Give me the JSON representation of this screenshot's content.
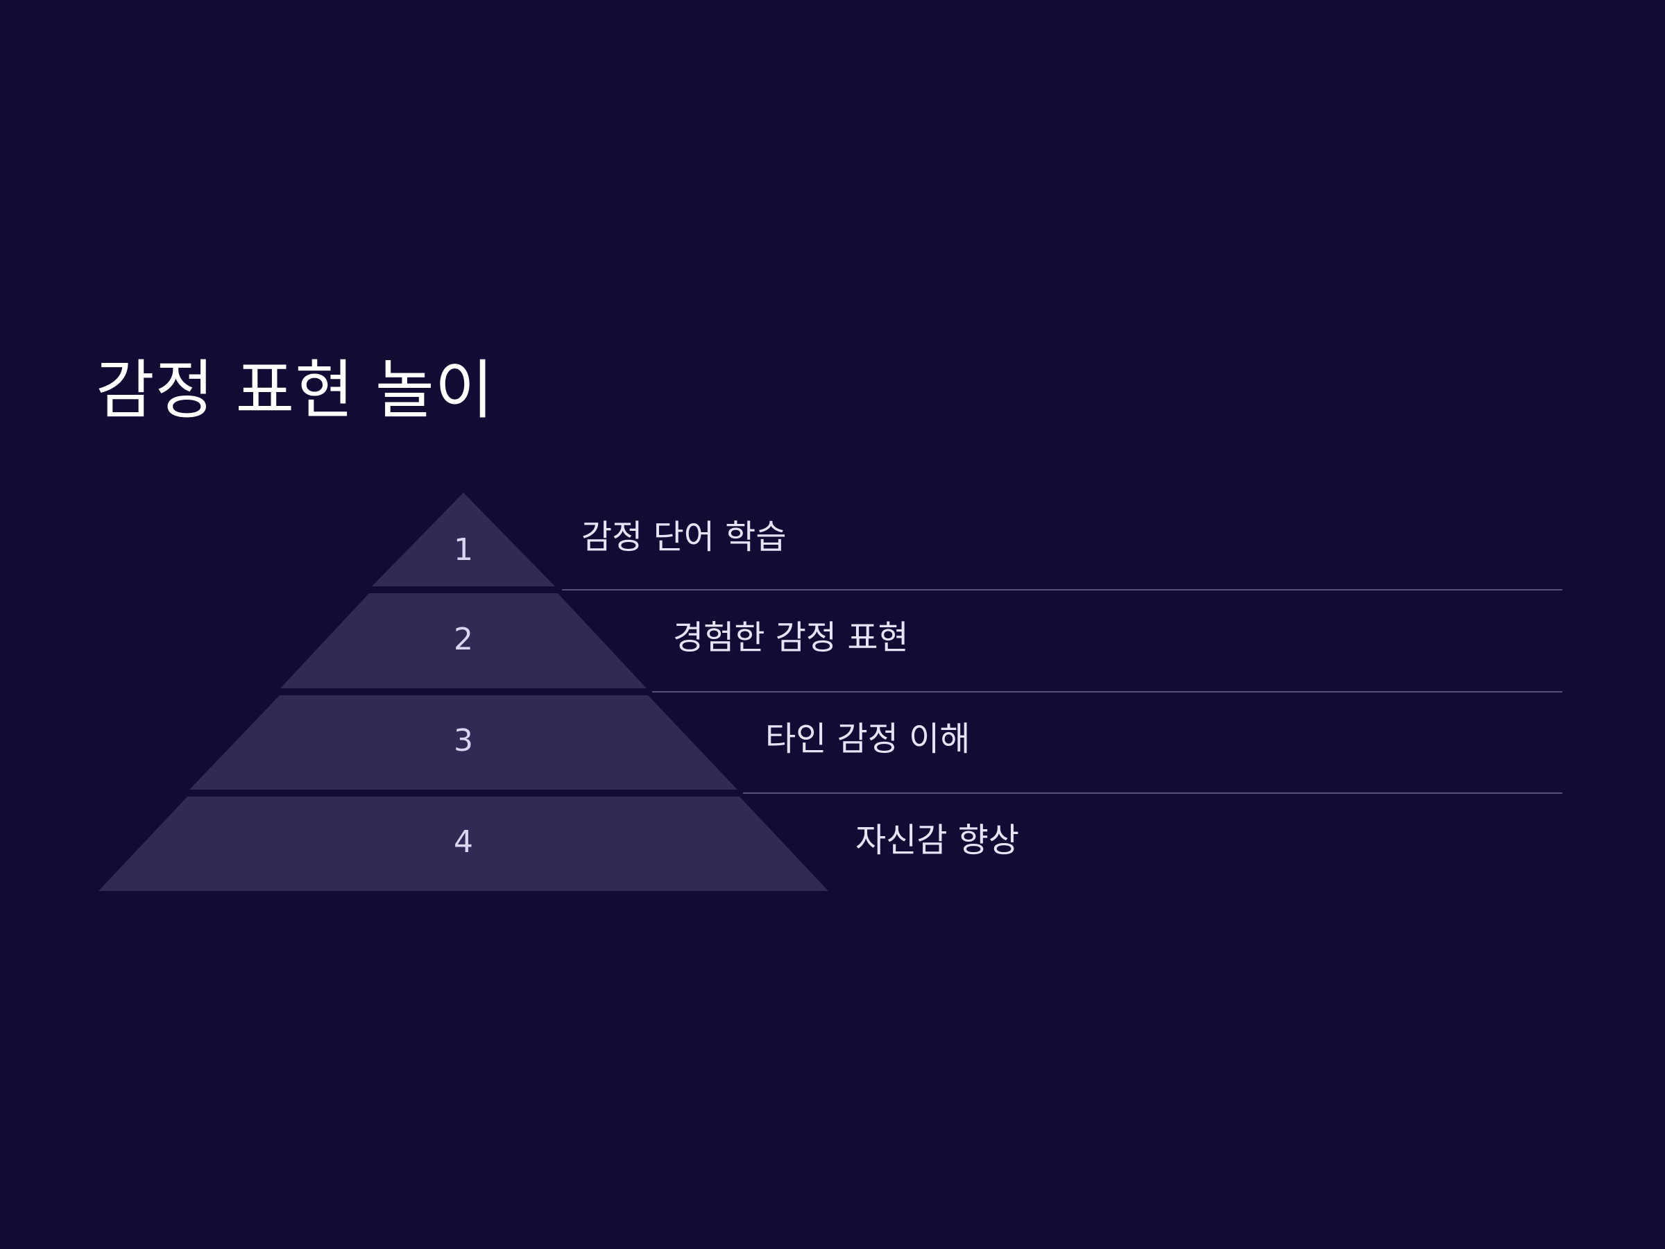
{
  "slide": {
    "title": "감정 표현 놀이",
    "background_color": "#100c33",
    "accent_color": "#302a55",
    "levels": [
      {
        "number": "1",
        "label": "감정 단어 학습"
      },
      {
        "number": "2",
        "label": "경험한 감정 표현"
      },
      {
        "number": "3",
        "label": "타인 감정 이해"
      },
      {
        "number": "4",
        "label": "자신감 향상"
      }
    ]
  }
}
